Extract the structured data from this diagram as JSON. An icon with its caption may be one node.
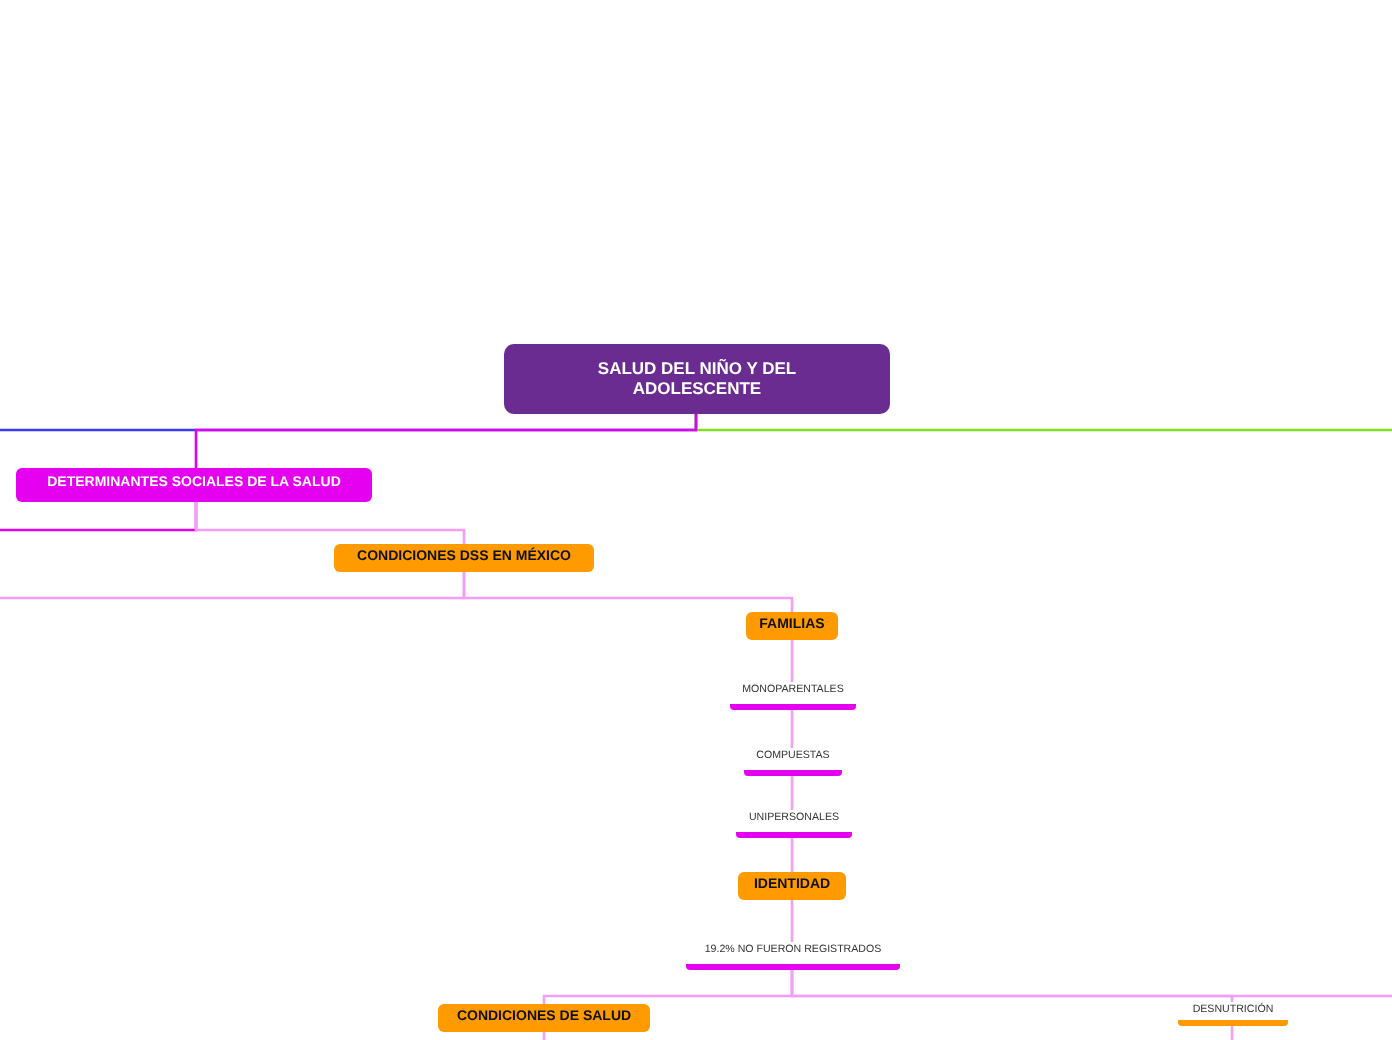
{
  "diagram": {
    "nodes": [
      {
        "text": [
          "SALUD DEL NIÑO Y DEL ADOLESCENTE"
        ]
      },
      {
        "text": [
          "DETERMINANTES SOCIALES DE LA SALUD"
        ]
      },
      {
        "text": [
          "CONDICIONES DSS EN MÉXICO"
        ]
      },
      {
        "text": [
          "FAMILIAS"
        ]
      },
      {
        "text": [
          "MONOPARENTALES"
        ]
      },
      {
        "text": [
          "COMPUESTAS"
        ]
      },
      {
        "text": [
          "UNIPERSONALES"
        ]
      },
      {
        "text": [
          "IDENTIDAD"
        ]
      },
      {
        "text": [
          "19.2% NO FUERON REGISTRADOS"
        ]
      },
      {
        "text": [
          "CONDICIONES DE SALUD"
        ]
      },
      {
        "text": [
          "DESNUTRICIÓN"
        ]
      }
    ],
    "edges": [
      {
        "from": 0,
        "to": null,
        "arrow": "none",
        "color": "#3b3bef"
      },
      {
        "from": 0,
        "to": null,
        "arrow": "none",
        "color": "#7fe020"
      },
      {
        "from": 0,
        "to": 1,
        "arrow": "none",
        "color": "#e100ef"
      },
      {
        "from": 1,
        "to": null,
        "arrow": "none",
        "color": "#e100ef"
      },
      {
        "from": 1,
        "to": 2,
        "arrow": "none"
      },
      {
        "from": 2,
        "to": null,
        "arrow": "none"
      },
      {
        "from": 2,
        "to": 3,
        "arrow": "none"
      },
      {
        "from": 3,
        "to": 4,
        "arrow": "none"
      },
      {
        "from": 4,
        "to": 5,
        "arrow": "none"
      },
      {
        "from": 5,
        "to": 6,
        "arrow": "none"
      },
      {
        "from": 6,
        "to": 7,
        "arrow": "none"
      },
      {
        "from": 7,
        "to": 8,
        "arrow": "none"
      },
      {
        "from": 8,
        "to": 9,
        "arrow": "none"
      },
      {
        "from": 8,
        "to": 10,
        "arrow": "none"
      },
      {
        "from": 8,
        "to": null,
        "arrow": "none"
      },
      {
        "from": 9,
        "to": null,
        "arrow": "none"
      },
      {
        "from": 10,
        "to": null,
        "arrow": "none"
      }
    ]
  }
}
